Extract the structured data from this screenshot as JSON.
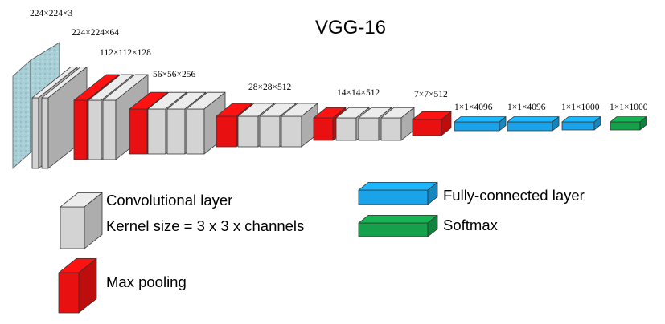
{
  "title": "VGG-16",
  "dims": {
    "input": "224×224×3",
    "conv1": "224×224×64",
    "conv2": "112×112×128",
    "conv3": "56×56×256",
    "conv4": "28×28×512",
    "conv5": "14×14×512",
    "pool5": "7×7×512",
    "fc6": "1×1×4096",
    "fc7": "1×1×4096",
    "fc8": "1×1×1000",
    "softmax": "1×1×1000"
  },
  "legend": {
    "conv_line1": "Convolutional layer",
    "conv_line2": "Kernel size = 3 x 3 x channels",
    "pool": "Max pooling",
    "fc": "Fully-connected layer",
    "softmax": "Softmax"
  },
  "colors": {
    "conv": "#d3d3d3",
    "pool": "#e81010",
    "fc": "#1aa3e8",
    "softmax": "#15a04a",
    "input": "#a9cfd6"
  }
}
